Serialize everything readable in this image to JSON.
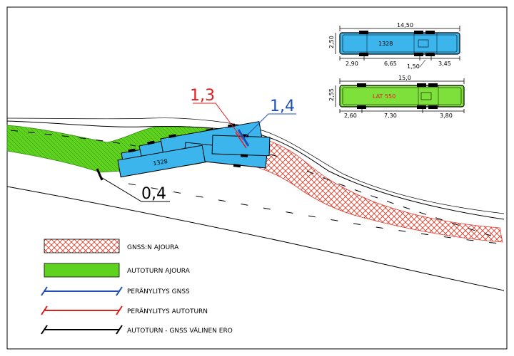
{
  "colors": {
    "gnss_hatch": "#e03a2a",
    "autoturn_fill": "#5ed21e",
    "bus1_fill": "#3cb4ec",
    "bus2_fill": "#7ee03a",
    "blue_line": "#1f4fb4",
    "red_line": "#e01e1e",
    "black_line": "#000000"
  },
  "measurements": {
    "red_value": "1,3",
    "blue_value": "1,4",
    "black_value": "0,4"
  },
  "bus_1328": {
    "label": "1328",
    "length": "14,50",
    "width": "2,50",
    "front_overhang": "2,90",
    "wheelbase": "6,65",
    "tag_axle": "1,50",
    "rear_overhang": "3,45"
  },
  "bus_lat550": {
    "label": "LAT 550",
    "length": "15,0",
    "width": "2,55",
    "front_overhang": "2,60",
    "wheelbase": "7,30",
    "rear_overhang": "3,80"
  },
  "road_bus_label": "1328",
  "legend": [
    {
      "id": "gnss",
      "label": "GNSS:N AJOURA"
    },
    {
      "id": "autoturn",
      "label": "AUTOTURN AJOURA"
    },
    {
      "id": "gnss-swing",
      "label": "PERÄNYLITYS GNSS"
    },
    {
      "id": "autoturn-swing",
      "label": "PERÄNYLITYS AUTOTURN"
    },
    {
      "id": "difference",
      "label": "AUTOTURN - GNSS VÄLINEN ERO"
    }
  ]
}
